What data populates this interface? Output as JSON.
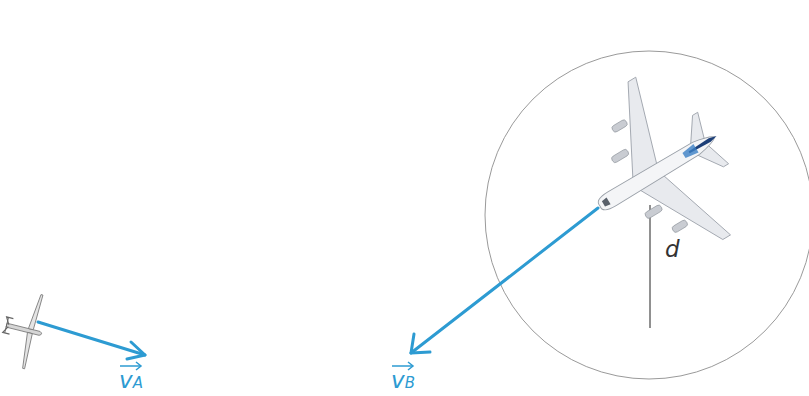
{
  "diagram": {
    "labels": [
      "vA",
      "vB",
      "d"
    ]
  }
}
